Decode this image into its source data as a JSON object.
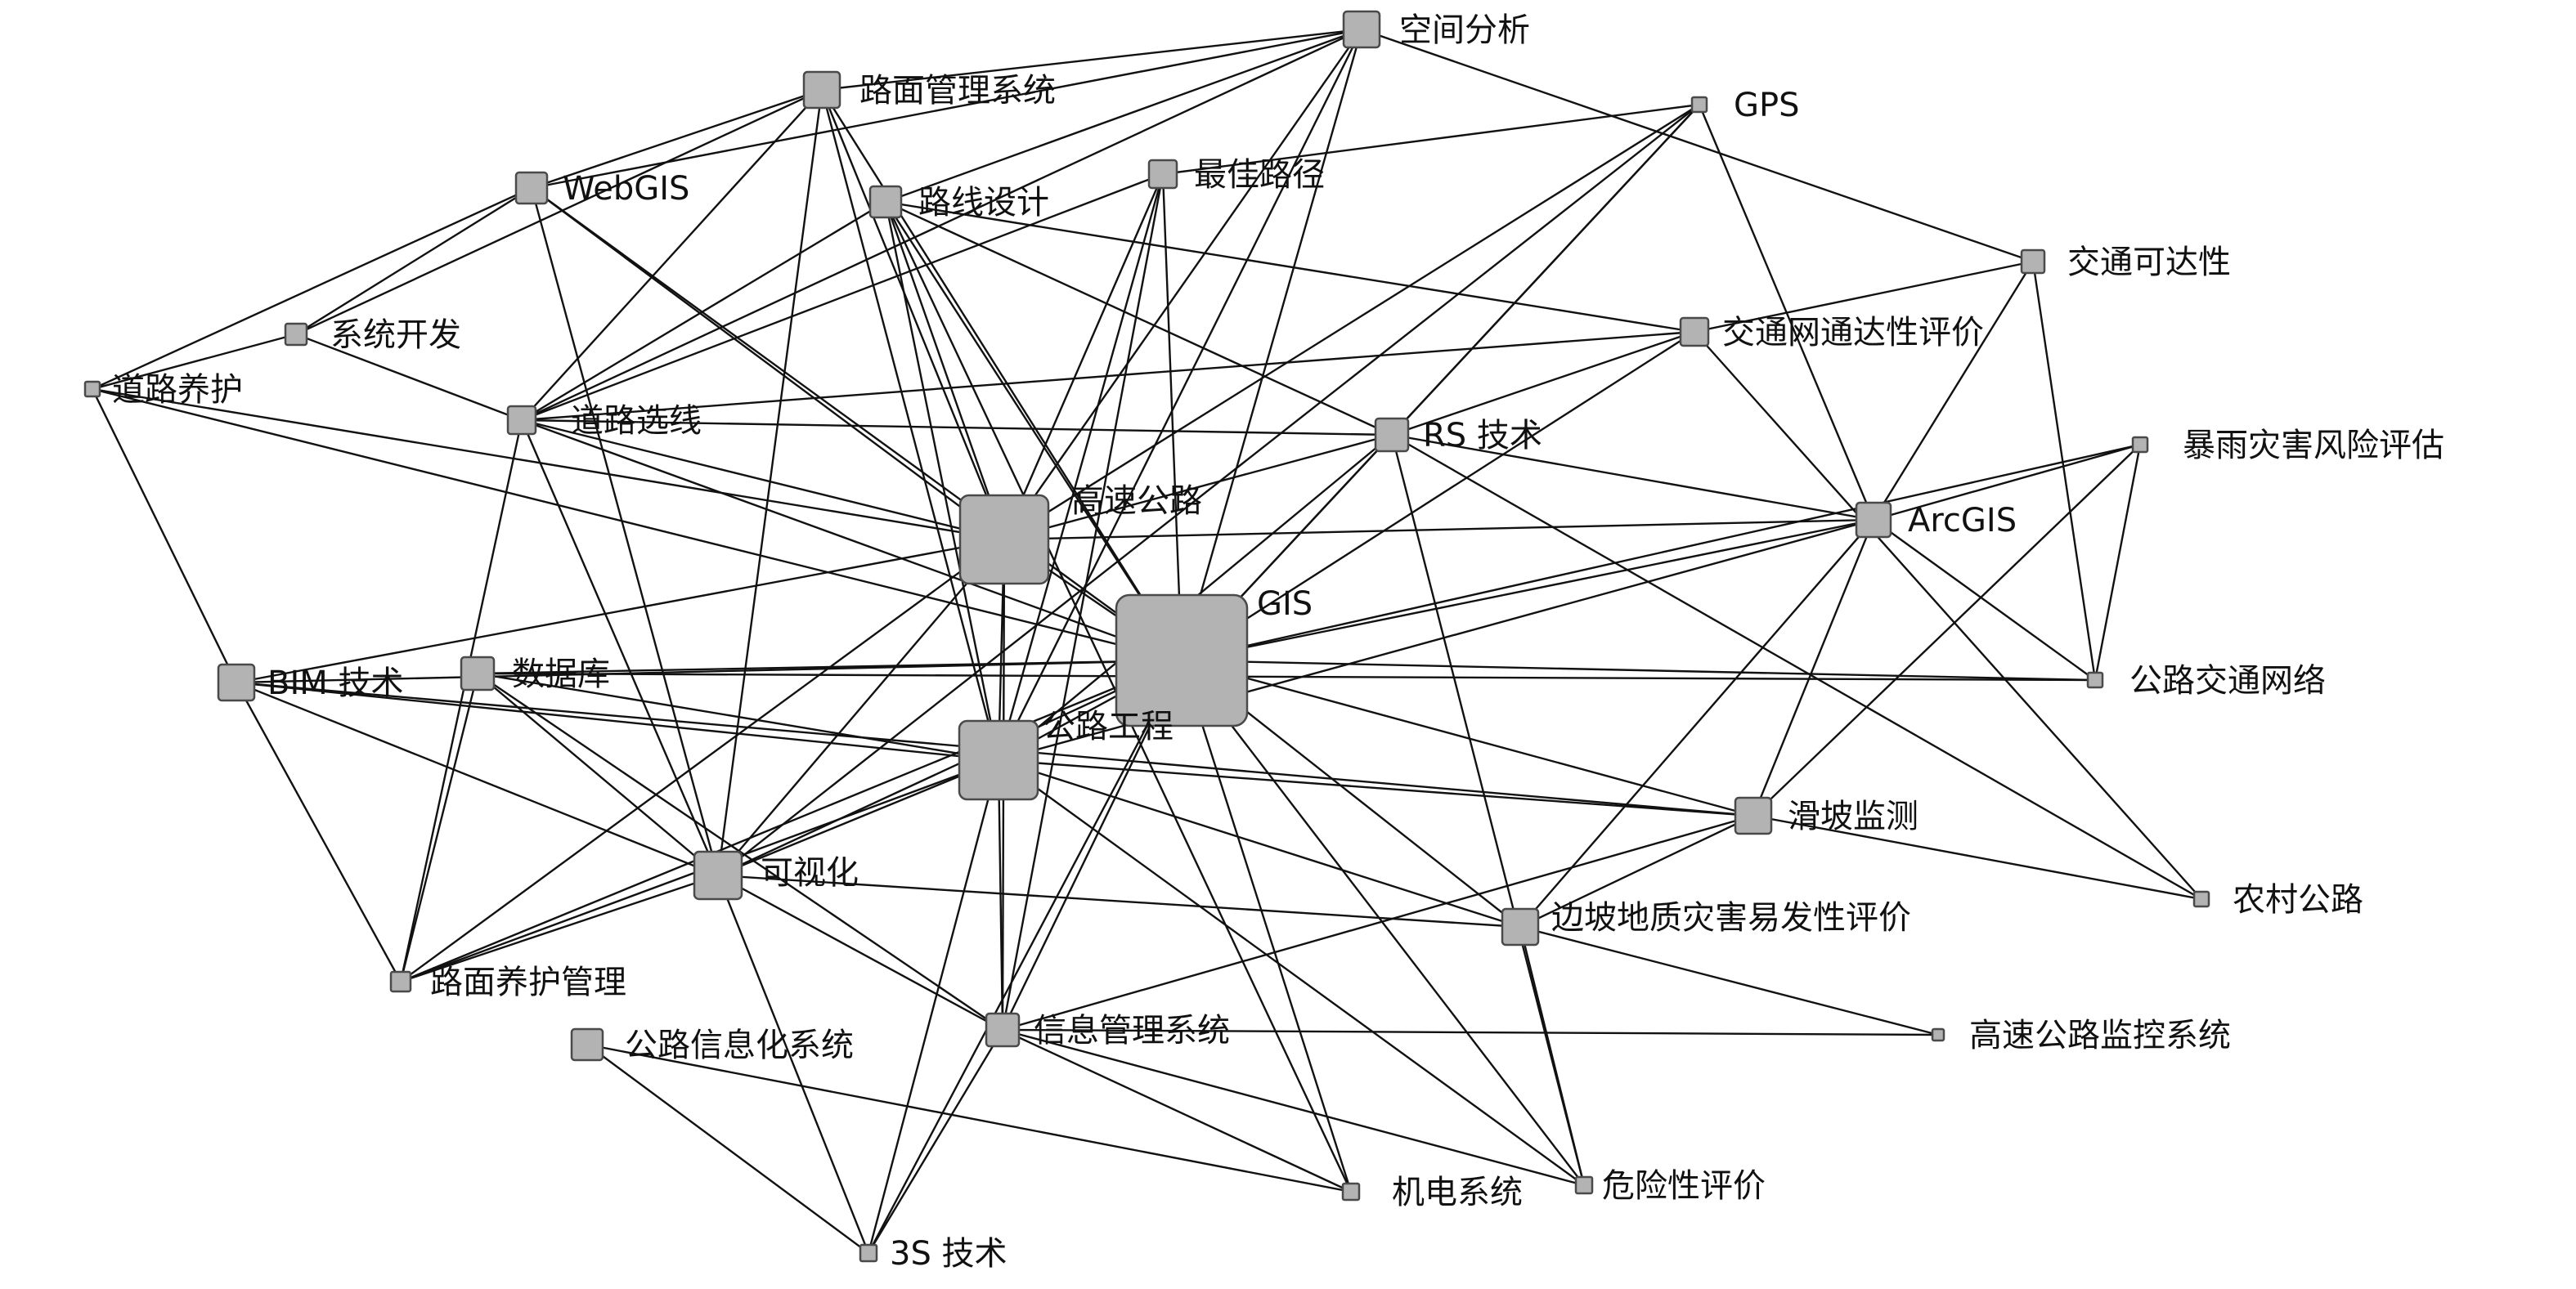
{
  "nodes": [
    {
      "id": "kongjian",
      "label": "空间分析"
    },
    {
      "id": "lumian",
      "label": "路面管理系统"
    },
    {
      "id": "gps",
      "label": "GPS"
    },
    {
      "id": "webgis",
      "label": "WebGIS"
    },
    {
      "id": "luxian",
      "label": "路线设计"
    },
    {
      "id": "zuijia",
      "label": "最佳路径"
    },
    {
      "id": "jiaotongkeda",
      "label": "交通可达性"
    },
    {
      "id": "xitong",
      "label": "系统开发"
    },
    {
      "id": "jiaotongwang",
      "label": "交通网通达性评价"
    },
    {
      "id": "daoluyanghu",
      "label": "道路养护"
    },
    {
      "id": "daoluxuanxian",
      "label": "道路选线"
    },
    {
      "id": "rs",
      "label": "RS 技术"
    },
    {
      "id": "baoyu",
      "label": "暴雨灾害风险评估"
    },
    {
      "id": "gaosu",
      "label": "高速公路"
    },
    {
      "id": "arcgis",
      "label": "ArcGIS"
    },
    {
      "id": "gis",
      "label": "GIS"
    },
    {
      "id": "bim",
      "label": "BIM 技术"
    },
    {
      "id": "shujuku",
      "label": "数据库"
    },
    {
      "id": "gongluwangluo",
      "label": "公路交通网络"
    },
    {
      "id": "gonglugongcheng",
      "label": "公路工程"
    },
    {
      "id": "huapo",
      "label": "滑坡监测"
    },
    {
      "id": "keshihua",
      "label": "可视化"
    },
    {
      "id": "nongcun",
      "label": "农村公路"
    },
    {
      "id": "bianpo",
      "label": "边坡地质灾害易发性评价"
    },
    {
      "id": "lumianyanghu",
      "label": "路面养护管理"
    },
    {
      "id": "gaosujiankong",
      "label": "高速公路监控系统"
    },
    {
      "id": "gonglux",
      "label": "公路信息化系统"
    },
    {
      "id": "xinxiguanli",
      "label": "信息管理系统"
    },
    {
      "id": "jidian",
      "label": "机电系统"
    },
    {
      "id": "weixian",
      "label": "危险性评价"
    },
    {
      "id": "s3",
      "label": "3S 技术"
    }
  ],
  "edges": [
    [
      "gis",
      "gaosu"
    ],
    [
      "gis",
      "gonglugongcheng"
    ],
    [
      "gis",
      "keshihua"
    ],
    [
      "gis",
      "xinxiguanli"
    ],
    [
      "gis",
      "luxian"
    ],
    [
      "gis",
      "lumian"
    ],
    [
      "gis",
      "webgis"
    ],
    [
      "gis",
      "zuijia"
    ],
    [
      "gis",
      "kongjian"
    ],
    [
      "gis",
      "gps"
    ],
    [
      "gis",
      "rs"
    ],
    [
      "gis",
      "arcgis"
    ],
    [
      "gis",
      "jiaotongwang"
    ],
    [
      "gis",
      "baoyu"
    ],
    [
      "gis",
      "gongluwangluo"
    ],
    [
      "gis",
      "huapo"
    ],
    [
      "gis",
      "bianpo"
    ],
    [
      "gis",
      "weixian"
    ],
    [
      "gis",
      "jidian"
    ],
    [
      "gis",
      "shujuku"
    ],
    [
      "gis",
      "bim"
    ],
    [
      "gis",
      "daoluxuanxian"
    ],
    [
      "gis",
      "daoluyanghu"
    ],
    [
      "gis",
      "lumianyanghu"
    ],
    [
      "gis",
      "s3"
    ],
    [
      "gaosu",
      "gonglugongcheng"
    ],
    [
      "gaosu",
      "luxian"
    ],
    [
      "gaosu",
      "lumian"
    ],
    [
      "gaosu",
      "zuijia"
    ],
    [
      "gaosu",
      "kongjian"
    ],
    [
      "gaosu",
      "rs"
    ],
    [
      "gaosu",
      "arcgis"
    ],
    [
      "gaosu",
      "daoluxuanxian"
    ],
    [
      "gaosu",
      "keshihua"
    ],
    [
      "gaosu",
      "xinxiguanli"
    ],
    [
      "gaosu",
      "bim"
    ],
    [
      "gaosu",
      "webgis"
    ],
    [
      "gaosu",
      "gps"
    ],
    [
      "gaosu",
      "lumianyanghu"
    ],
    [
      "gonglugongcheng",
      "luxian"
    ],
    [
      "gonglugongcheng",
      "lumian"
    ],
    [
      "gonglugongcheng",
      "zuijia"
    ],
    [
      "gonglugongcheng",
      "keshihua"
    ],
    [
      "gonglugongcheng",
      "xinxiguanli"
    ],
    [
      "gonglugongcheng",
      "shujuku"
    ],
    [
      "gonglugongcheng",
      "bim"
    ],
    [
      "gonglugongcheng",
      "huapo"
    ],
    [
      "gonglugongcheng",
      "bianpo"
    ],
    [
      "gonglugongcheng",
      "lumianyanghu"
    ],
    [
      "gonglugongcheng",
      "s3"
    ],
    [
      "gonglugongcheng",
      "rs"
    ],
    [
      "gonglugongcheng",
      "arcgis"
    ],
    [
      "gonglugongcheng",
      "kongjian"
    ],
    [
      "gonglugongcheng",
      "weixian"
    ],
    [
      "kongjian",
      "lumian"
    ],
    [
      "kongjian",
      "webgis"
    ],
    [
      "kongjian",
      "daoluxuanxian"
    ],
    [
      "kongjian",
      "jiaotongkeda"
    ],
    [
      "kongjian",
      "luxian"
    ],
    [
      "lumian",
      "webgis"
    ],
    [
      "lumian",
      "daoluxuanxian"
    ],
    [
      "lumian",
      "keshihua"
    ],
    [
      "lumian",
      "xitong"
    ],
    [
      "webgis",
      "daoluyanghu"
    ],
    [
      "webgis",
      "xitong"
    ],
    [
      "webgis",
      "keshihua"
    ],
    [
      "luxian",
      "daoluxuanxian"
    ],
    [
      "luxian",
      "rs"
    ],
    [
      "luxian",
      "jiaotongwang"
    ],
    [
      "luxian",
      "jidian"
    ],
    [
      "zuijia",
      "daoluxuanxian"
    ],
    [
      "zuijia",
      "gps"
    ],
    [
      "zuijia",
      "xinxiguanli"
    ],
    [
      "gps",
      "rs"
    ],
    [
      "gps",
      "arcgis"
    ],
    [
      "gps",
      "keshihua"
    ],
    [
      "jiaotongkeda",
      "jiaotongwang"
    ],
    [
      "jiaotongkeda",
      "arcgis"
    ],
    [
      "jiaotongkeda",
      "gongluwangluo"
    ],
    [
      "jiaotongwang",
      "rs"
    ],
    [
      "jiaotongwang",
      "nongcun"
    ],
    [
      "jiaotongwang",
      "daoluxuanxian"
    ],
    [
      "xitong",
      "daoluxuanxian"
    ],
    [
      "xitong",
      "daoluyanghu"
    ],
    [
      "daoluyanghu",
      "bim"
    ],
    [
      "daoluyanghu",
      "gaosu"
    ],
    [
      "daoluxuanxian",
      "rs"
    ],
    [
      "daoluxuanxian",
      "keshihua"
    ],
    [
      "daoluxuanxian",
      "lumianyanghu"
    ],
    [
      "rs",
      "weixian"
    ],
    [
      "rs",
      "nongcun"
    ],
    [
      "rs",
      "arcgis"
    ],
    [
      "baoyu",
      "arcgis"
    ],
    [
      "baoyu",
      "gongluwangluo"
    ],
    [
      "baoyu",
      "huapo"
    ],
    [
      "arcgis",
      "bianpo"
    ],
    [
      "arcgis",
      "huapo"
    ],
    [
      "arcgis",
      "gongluwangluo"
    ],
    [
      "bim",
      "keshihua"
    ],
    [
      "bim",
      "lumianyanghu"
    ],
    [
      "bim",
      "huapo"
    ],
    [
      "shujuku",
      "keshihua"
    ],
    [
      "shujuku",
      "lumianyanghu"
    ],
    [
      "shujuku",
      "xinxiguanli"
    ],
    [
      "shujuku",
      "gongluwangluo"
    ],
    [
      "huapo",
      "nongcun"
    ],
    [
      "huapo",
      "bianpo"
    ],
    [
      "huapo",
      "xinxiguanli"
    ],
    [
      "keshihua",
      "lumianyanghu"
    ],
    [
      "keshihua",
      "xinxiguanli"
    ],
    [
      "keshihua",
      "s3"
    ],
    [
      "keshihua",
      "bianpo"
    ],
    [
      "bianpo",
      "gaosujiankong"
    ],
    [
      "bianpo",
      "weixian"
    ],
    [
      "gonglux",
      "s3"
    ],
    [
      "gonglux",
      "jidian"
    ],
    [
      "xinxiguanli",
      "s3"
    ],
    [
      "xinxiguanli",
      "jidian"
    ],
    [
      "xinxiguanli",
      "gaosujiankong"
    ],
    [
      "xinxiguanli",
      "weixian"
    ]
  ]
}
